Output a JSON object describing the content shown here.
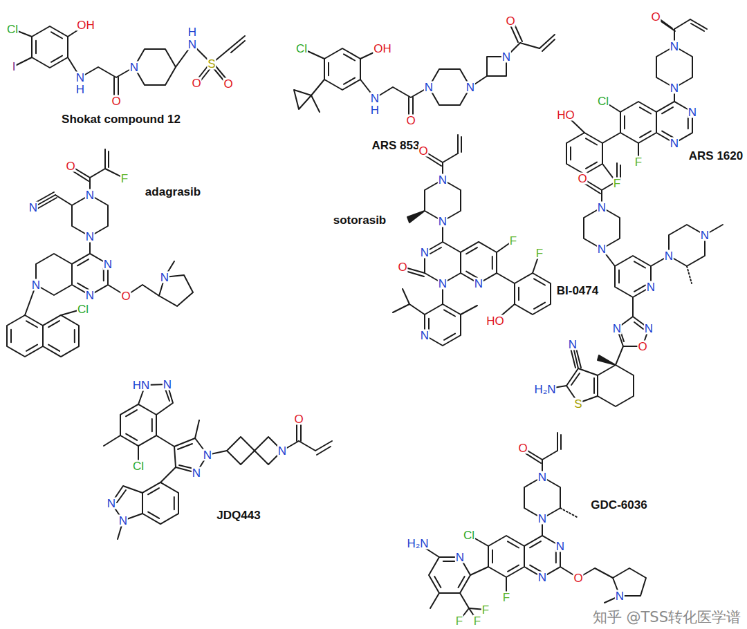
{
  "diagram": {
    "labels": [
      "Cl",
      "OH",
      "I",
      "N",
      "H",
      "O",
      "N",
      "H",
      "N",
      "S",
      "O",
      "O",
      "Shokat compound 12",
      "Cl",
      "OH",
      "N",
      "H",
      "O",
      "N",
      "N",
      "N",
      "O",
      "ARS 853",
      "O",
      "N",
      "N",
      "Cl",
      "N",
      "N",
      "HO",
      "F",
      "F",
      "ARS 1620",
      "O",
      "F",
      "N",
      "adagrasib",
      "N",
      "N",
      "N",
      "N",
      "N",
      "N",
      "O",
      "Cl",
      "O",
      "N",
      "sotorasib",
      "N",
      "N",
      "O",
      "F",
      "F",
      "N",
      "N",
      "HO",
      "N",
      "O",
      "N",
      "N",
      "N",
      "N",
      "N",
      "BI-0474",
      "N",
      "N",
      "O",
      "N",
      "H₂N",
      "S",
      "HN",
      "N",
      "O",
      "N",
      "N",
      "Cl",
      "N",
      "N",
      "JDQ443",
      "N",
      "O",
      "N",
      "GDC-6036",
      "N",
      "Cl",
      "N",
      "H₂N",
      "N",
      "N",
      "O",
      "N",
      "F",
      "F",
      "F",
      "F",
      "知乎 @TSS转化医学谱"
    ]
  }
}
